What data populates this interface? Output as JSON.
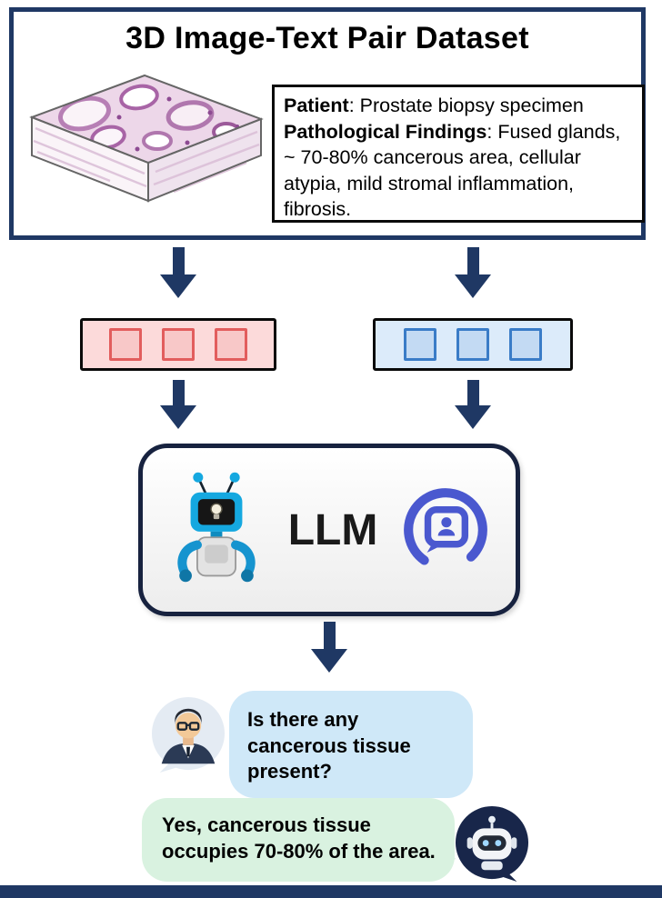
{
  "page": {
    "title": "3D Image-Text Pair Dataset"
  },
  "dataset": {
    "patient_label": "Patient",
    "patient_text": ": Prostate biopsy specimen",
    "findings_label": "Pathological Findings",
    "findings_text": ": Fused glands, ~ 70-80% cancerous area, cellular atypia, mild stromal inflammation, fibrosis."
  },
  "llm": {
    "label": "LLM"
  },
  "chat": {
    "user_question": "Is there any cancerous tissue present?",
    "assistant_answer": "Yes, cancerous tissue occupies 70-80% of the area."
  },
  "colors": {
    "navy": "#1f3864",
    "image_box_fill": "#fcdada",
    "image_token_fill": "#f8c8c8",
    "image_token_border": "#e25d5d",
    "text_box_fill": "#dcebfa",
    "text_token_fill": "#c3daf3",
    "text_token_border": "#3a7cc7",
    "user_bubble": "#cfe8f8",
    "assistant_bubble": "#d9f2e0"
  }
}
